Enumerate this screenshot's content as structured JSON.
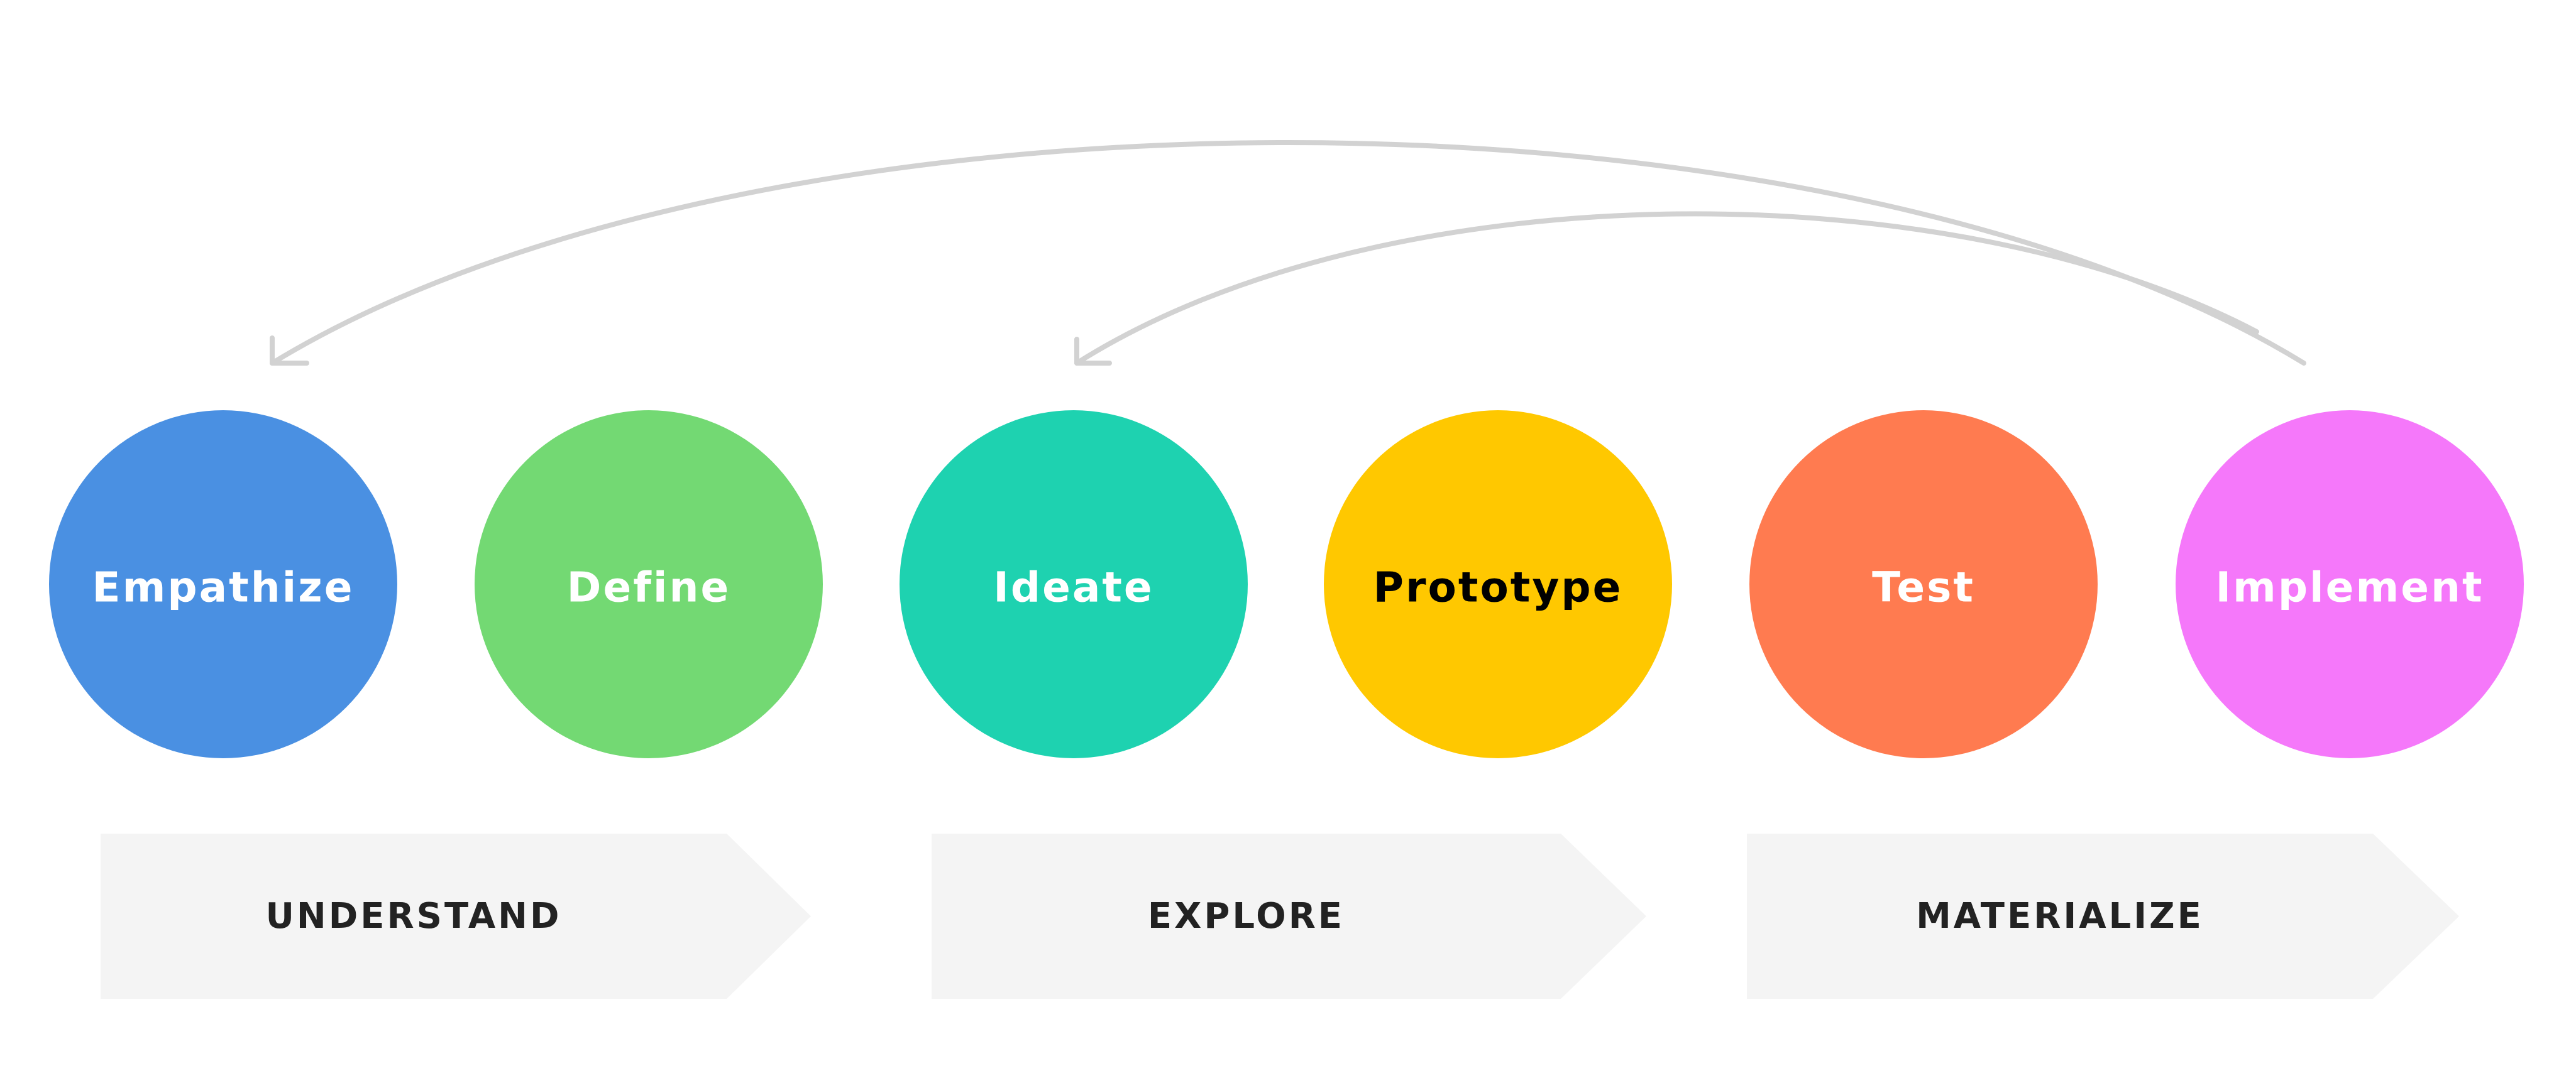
{
  "stages": [
    {
      "label": "Empathize",
      "color": "#4A90E2",
      "text_color": "#FFFFFF"
    },
    {
      "label": "Define",
      "color": "#73D973",
      "text_color": "#FFFFFF"
    },
    {
      "label": "Ideate",
      "color": "#1ED2B0",
      "text_color": "#FFFFFF"
    },
    {
      "label": "Prototype",
      "color": "#FFC800",
      "text_color": "#000000"
    },
    {
      "label": "Test",
      "color": "#FF7B50",
      "text_color": "#FFFFFF"
    },
    {
      "label": "Implement",
      "color": "#F578FA",
      "text_color": "#FFFFFF"
    }
  ],
  "phases": [
    {
      "label": "UNDERSTAND"
    },
    {
      "label": "EXPLORE"
    },
    {
      "label": "MATERIALIZE"
    }
  ],
  "colors": {
    "arrow": "#D2D2D2",
    "phase_fill": "#F4F4F4",
    "phase_text": "#222222"
  }
}
